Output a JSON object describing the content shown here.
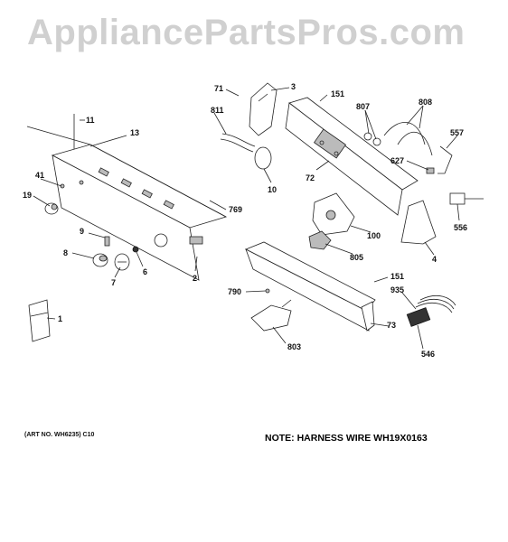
{
  "watermark": "AppliancePartsPros.com",
  "art_number": "(ART NO. WH6235) C10",
  "note": "NOTE: HARNESS WIRE WH19X0163",
  "callouts": [
    "11",
    "13",
    "41",
    "19",
    "9",
    "8",
    "6",
    "7",
    "1",
    "2",
    "769",
    "71",
    "3",
    "811",
    "10",
    "151",
    "807",
    "808",
    "72",
    "557",
    "627",
    "556",
    "100",
    "805",
    "4",
    "151",
    "935",
    "790",
    "803",
    "73",
    "546"
  ]
}
